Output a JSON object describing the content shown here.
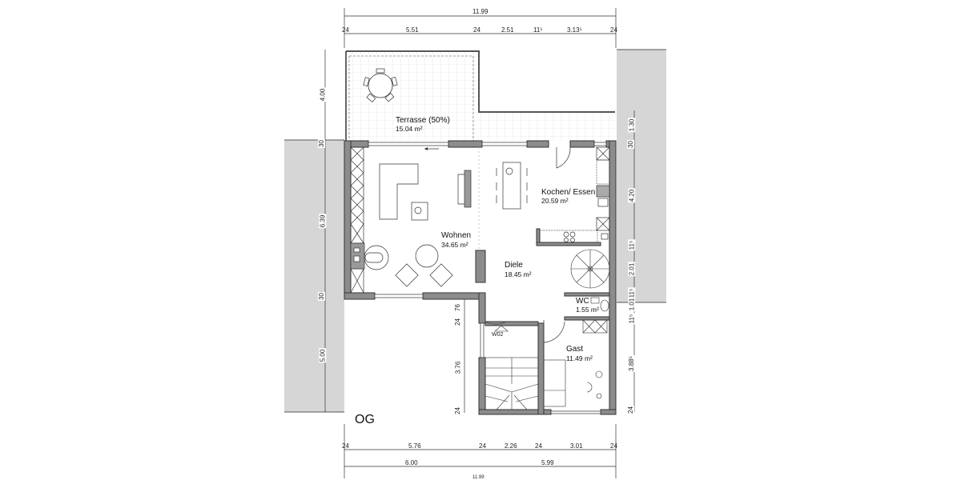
{
  "plan": {
    "floor_label": "OG",
    "colors": {
      "wall": "#8c8c8c",
      "wall_outline": "#333333",
      "neighbor": "#d6d6d6",
      "line": "#333333",
      "tile_grid": "#dcdcdc"
    },
    "rooms": [
      {
        "name": "Terrasse (50%)",
        "area": "15.04 m²"
      },
      {
        "name": "Wohnen",
        "area": "34.65 m²"
      },
      {
        "name": "Kochen/ Essen",
        "area": "20.59 m²"
      },
      {
        "name": "Diele",
        "area": "18.45 m²"
      },
      {
        "name": "WC",
        "area": "1.55 m²"
      },
      {
        "name": "Gast",
        "area": "11.49 m²"
      }
    ],
    "stair_marker": "W02",
    "dimensions": {
      "top_total": "11.99",
      "top_segments": [
        "24",
        "5.51",
        "24",
        "2.51",
        "11⁵",
        "3.13⁵",
        "24"
      ],
      "bottom_segments": [
        "24",
        "5.76",
        "24",
        "2.26",
        "24",
        "3.01",
        "24"
      ],
      "bottom_totals": [
        "6.00",
        "5.99"
      ],
      "bottom_overall": "11.99",
      "left": [
        "4.00",
        "30",
        "6.39",
        "30",
        "5.00"
      ],
      "right": [
        "1.30",
        "30",
        "4.20",
        "11⁵",
        "2.01",
        "11⁵",
        "1.01",
        "11⁵",
        "3.88⁵",
        "24"
      ],
      "inner_left": [
        "76",
        "24",
        "3.76",
        "24"
      ]
    }
  }
}
